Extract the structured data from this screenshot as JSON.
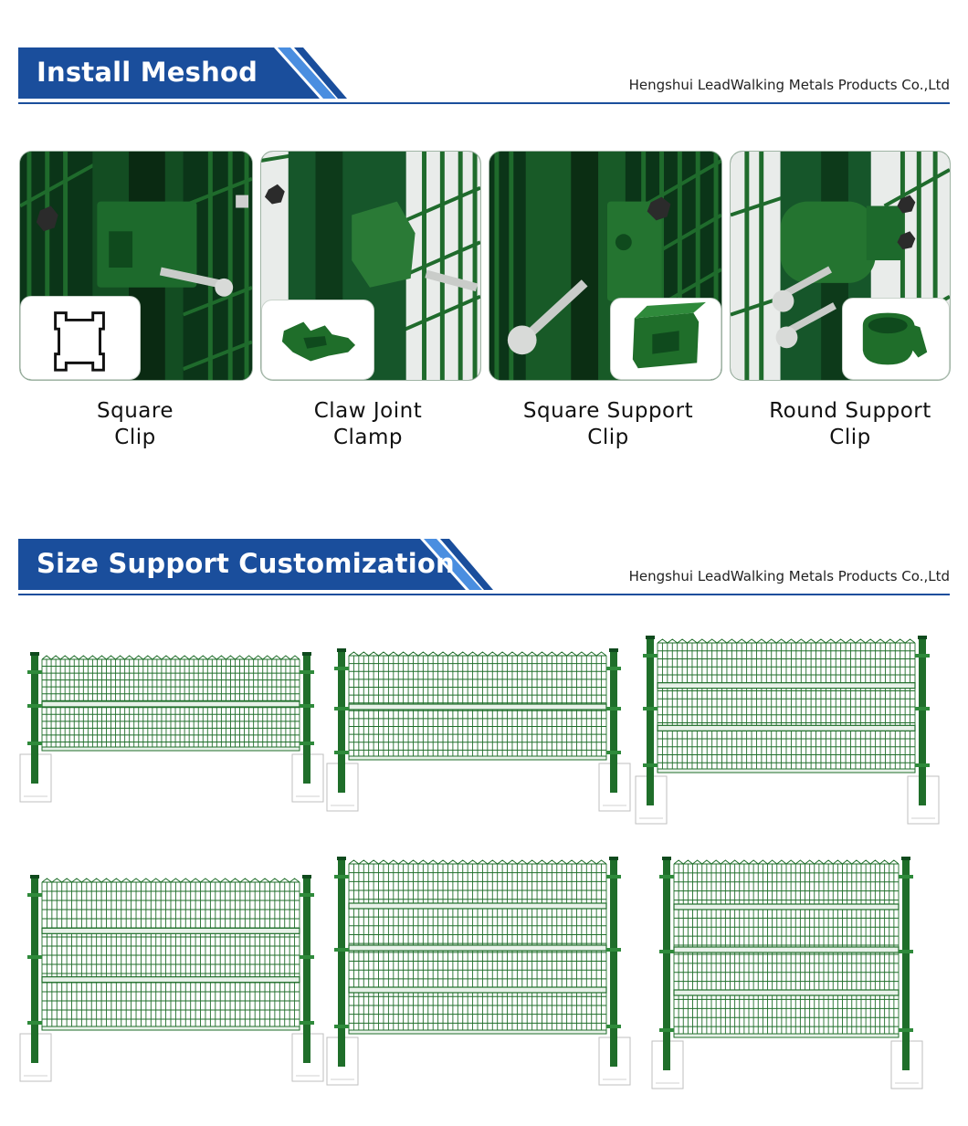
{
  "install_section": {
    "title": "Install Meshod",
    "company": "Hengshui LeadWalking Metals Products Co.,Ltd"
  },
  "clips": [
    {
      "name": "square-clip",
      "line1": "Square",
      "line2": "Clip"
    },
    {
      "name": "claw-joint-clamp",
      "line1": "Claw Joint",
      "line2": "Clamp"
    },
    {
      "name": "square-support-clip",
      "line1": "Square Support",
      "line2": "Clip"
    },
    {
      "name": "round-support-clip",
      "line1": "Round Support",
      "line2": "Clip"
    }
  ],
  "size_section": {
    "title": "Size Support Customization",
    "company": "Hengshui LeadWalking Metals Products Co.,Ltd"
  },
  "colors": {
    "banner_blue": "#1a4e9c",
    "fence_green": "#1f6e2a",
    "dark_green": "#0d3d1c"
  }
}
